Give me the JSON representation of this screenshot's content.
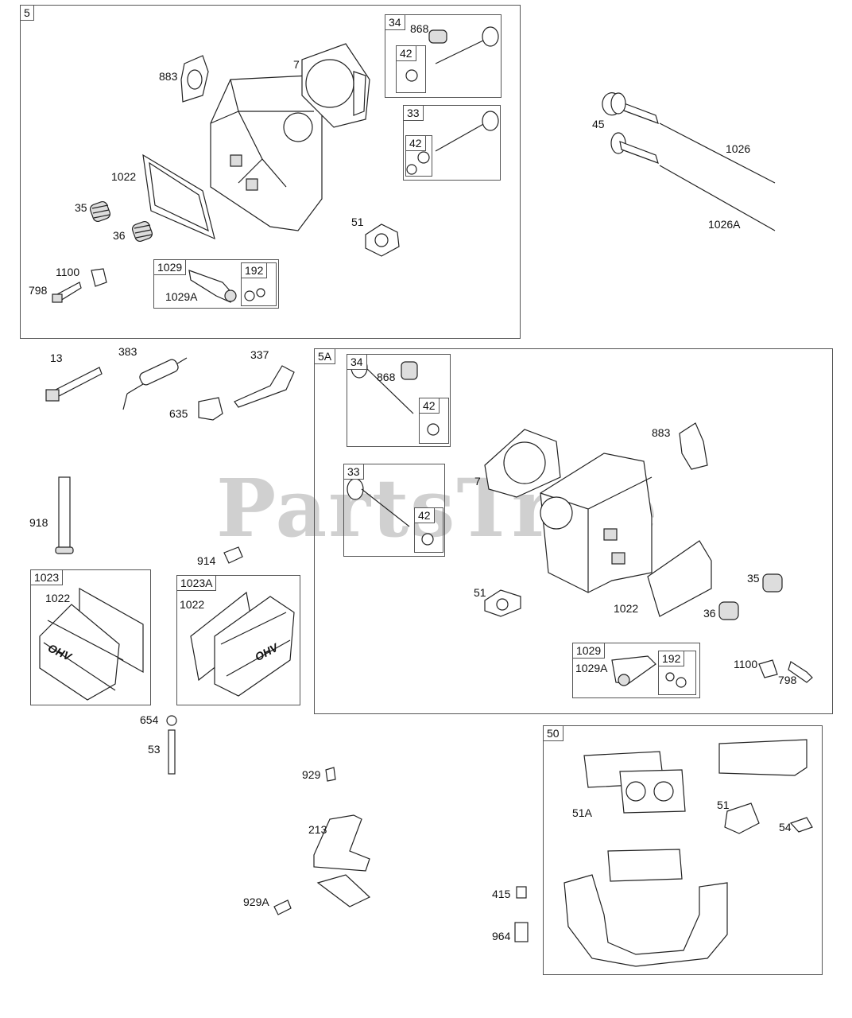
{
  "watermark": "PartsTree",
  "groups": {
    "g5": "5",
    "g34a": "34",
    "g42a": "42",
    "g33a": "33",
    "g42b": "42",
    "g1029a": "1029",
    "g192a": "192",
    "g5A": "5A",
    "g34b": "34",
    "g42c": "42",
    "g33b": "33",
    "g42d": "42",
    "g1029b": "1029",
    "g192b": "192",
    "g1023": "1023",
    "g1023A": "1023A",
    "g50": "50"
  },
  "parts": {
    "p883a": "883",
    "p7a": "7",
    "p868a": "868",
    "p1022a": "1022",
    "p35a": "35",
    "p36a": "36",
    "p51a": "51",
    "p1100a": "1100",
    "p798a": "798",
    "p1029Aa": "1029A",
    "p45": "45",
    "p1026": "1026",
    "p1026A": "1026A",
    "p13": "13",
    "p383": "383",
    "p337": "337",
    "p635": "635",
    "p918": "918",
    "p914": "914",
    "p1022b": "1022",
    "p1022c": "1022",
    "p654": "654",
    "p53": "53",
    "p868b": "868",
    "p883b": "883",
    "p7b": "7",
    "p51b": "51",
    "p1022d": "1022",
    "p35b": "35",
    "p36b": "36",
    "p1029Ab": "1029A",
    "p1100b": "1100",
    "p798b": "798",
    "p929": "929",
    "p213": "213",
    "p929A": "929A",
    "p415": "415",
    "p964": "964",
    "p51A": "51A",
    "p51c": "51",
    "p54": "54"
  },
  "cover_text": "OHV"
}
